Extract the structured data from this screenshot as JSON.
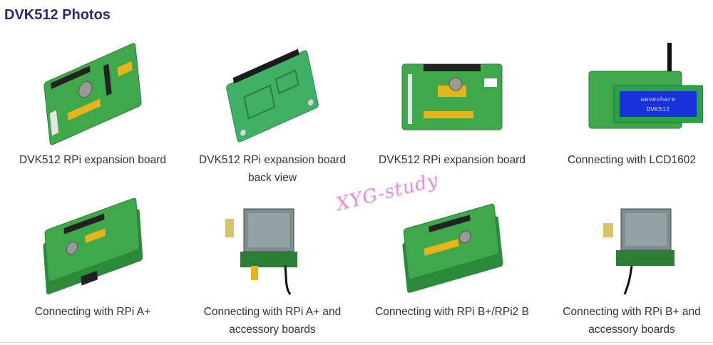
{
  "page": {
    "title": "DVK512 Photos",
    "watermark": "XYG-study"
  },
  "photos": [
    {
      "caption": "DVK512 RPi expansion board",
      "image": "dvk512-board-angle"
    },
    {
      "caption": "DVK512 RPi expansion board back view",
      "image": "dvk512-board-back"
    },
    {
      "caption": "DVK512 RPi expansion board",
      "image": "dvk512-board-top"
    },
    {
      "caption": "Connecting with LCD1602",
      "image": "dvk512-lcd1602"
    },
    {
      "caption": "Connecting with RPi A+",
      "image": "dvk512-rpi-a-plus"
    },
    {
      "caption": "Connecting with RPi A+ and accessory boards",
      "image": "dvk512-rpi-a-plus-accessories"
    },
    {
      "caption": "Connecting with RPi B+/RPi2 B",
      "image": "dvk512-rpi-b-plus"
    },
    {
      "caption": "Connecting with RPi B+ and accessory boards",
      "image": "dvk512-rpi-b-plus-accessories"
    }
  ],
  "colors": {
    "title": "#2b2a6e",
    "caption": "#333333",
    "pcb": "#3fa84a",
    "watermark": "#e47be0"
  }
}
